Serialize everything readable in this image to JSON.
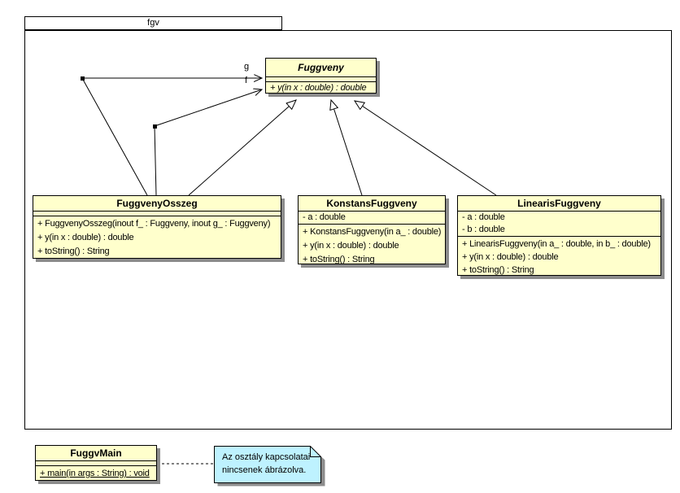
{
  "diagram": {
    "package_name": "fgv"
  },
  "classes": [
    {
      "name": "Fuggveny",
      "attributes": [],
      "operations": [
        "+ y(in x : double) : double"
      ]
    },
    {
      "name": "FuggvenyOsszeg",
      "attributes": [],
      "operations": [
        "+ FuggvenyOsszeg(inout f_ : Fuggveny, inout g_ : Fuggveny)",
        "+ y(in x : double) : double",
        "+ toString() : String"
      ]
    },
    {
      "name": "KonstansFuggveny",
      "attributes": [
        "- a : double"
      ],
      "operations": [
        "+ KonstansFuggveny(in a_ : double)",
        "+ y(in x : double) : double",
        "+ toString() : String"
      ]
    },
    {
      "name": "LinearisFuggveny",
      "attributes": [
        "- a : double",
        "- b : double"
      ],
      "operations": [
        "+ LinearisFuggveny(in a_ : double, in b_ : double)",
        "+ y(in x : double) : double",
        "+ toString() : String"
      ]
    },
    {
      "name": "FuggvMain",
      "attributes": [],
      "operations": [
        "+ main(in args : String) : void"
      ]
    }
  ],
  "associations": {
    "g_label": "g",
    "f_label": "f"
  },
  "note": {
    "line1": "Az osztály kapcsolatai",
    "line2": "nincsenek ábrázolva."
  },
  "colors": {
    "class-fill": "#FFFFCC",
    "note-fill": "#BEF2FF",
    "shadow": "#8C8C8C",
    "line": "#000000"
  }
}
